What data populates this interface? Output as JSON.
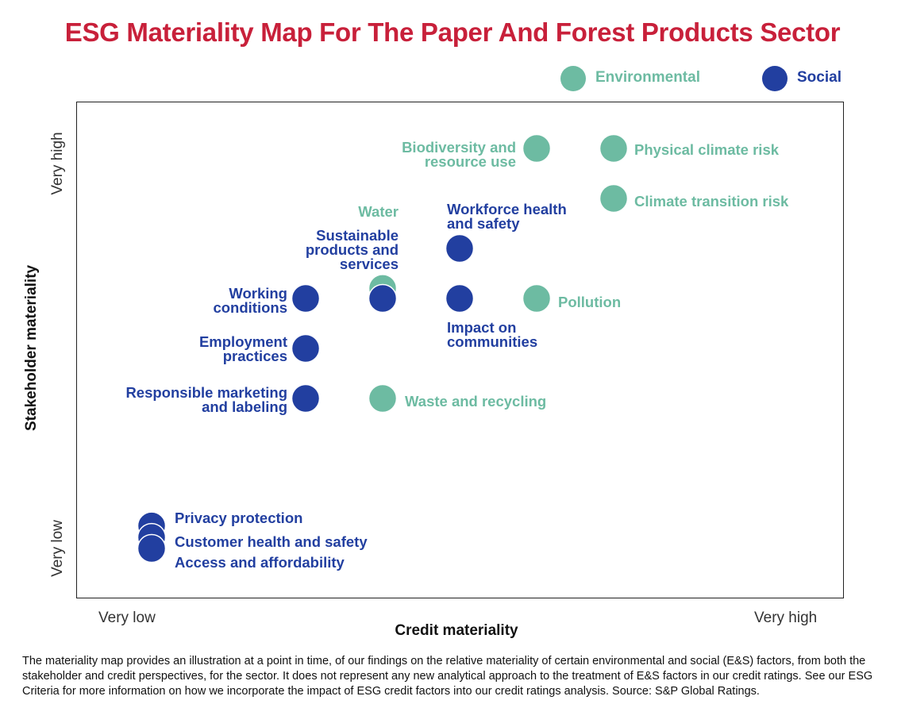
{
  "chart_data": {
    "type": "scatter",
    "title": "ESG Materiality Map For The Paper And Forest Products Sector",
    "xlabel": "Credit materiality",
    "ylabel": "Stakeholder materiality",
    "x_ticks": [
      "Very low",
      "Very high"
    ],
    "y_ticks": [
      "Very low",
      "Very high"
    ],
    "xlim": [
      -1,
      9
    ],
    "ylim": [
      0,
      10
    ],
    "grid": false,
    "legend": {
      "placement": "top-right",
      "entries": [
        {
          "name": "Environmental",
          "color": "#6dbba2"
        },
        {
          "name": "Social",
          "color": "#223fa0"
        }
      ]
    },
    "points": [
      {
        "label": "Biodiversity and resource use",
        "category": "Environmental",
        "x": 5,
        "y": 9
      },
      {
        "label": "Physical climate risk",
        "category": "Environmental",
        "x": 6,
        "y": 9
      },
      {
        "label": "Climate transition risk",
        "category": "Environmental",
        "x": 6,
        "y": 8
      },
      {
        "label": "Water",
        "category": "Environmental",
        "x": 3,
        "y": 6.2
      },
      {
        "label": "Workforce health and safety",
        "category": "Social",
        "x": 4,
        "y": 7
      },
      {
        "label": "Sustainable products and services",
        "category": "Social",
        "x": 3,
        "y": 6
      },
      {
        "label": "Working conditions",
        "category": "Social",
        "x": 2,
        "y": 6
      },
      {
        "label": "Impact on communities",
        "category": "Social",
        "x": 4,
        "y": 6
      },
      {
        "label": "Pollution",
        "category": "Environmental",
        "x": 5,
        "y": 6
      },
      {
        "label": "Employment practices",
        "category": "Social",
        "x": 2,
        "y": 5
      },
      {
        "label": "Responsible marketing and labeling",
        "category": "Social",
        "x": 2,
        "y": 4
      },
      {
        "label": "Waste and recycling",
        "category": "Environmental",
        "x": 3,
        "y": 4
      },
      {
        "label": "Privacy protection",
        "category": "Social",
        "x": 0,
        "y": 1.45
      },
      {
        "label": "Customer health and safety",
        "category": "Social",
        "x": 0,
        "y": 1.22
      },
      {
        "label": "Access and affordability",
        "category": "Social",
        "x": 0,
        "y": 1.0
      }
    ],
    "label_lines": {
      "biodiversity": [
        "Biodiversity and",
        "resource use"
      ],
      "workforce": [
        "Workforce health",
        "and safety"
      ],
      "sustainable": [
        "Sustainable",
        "products and",
        "services"
      ],
      "working": [
        "Working",
        "conditions"
      ],
      "impact": [
        "Impact on",
        "communities"
      ],
      "employment": [
        "Employment",
        "practices"
      ],
      "responsible": [
        "Responsible marketing",
        "and labeling"
      ]
    }
  },
  "footnote": "The materiality map provides an illustration at a point in time, of our findings on the relative materiality of certain environmental and social (E&S) factors, from both the stakeholder and credit perspectives, for the sector. It does not represent any new analytical approach to the treatment of E&S factors in our credit ratings. See our ESG Criteria for more information on how we incorporate the impact of ESG credit factors into our credit ratings analysis. Source: S&P Global Ratings."
}
